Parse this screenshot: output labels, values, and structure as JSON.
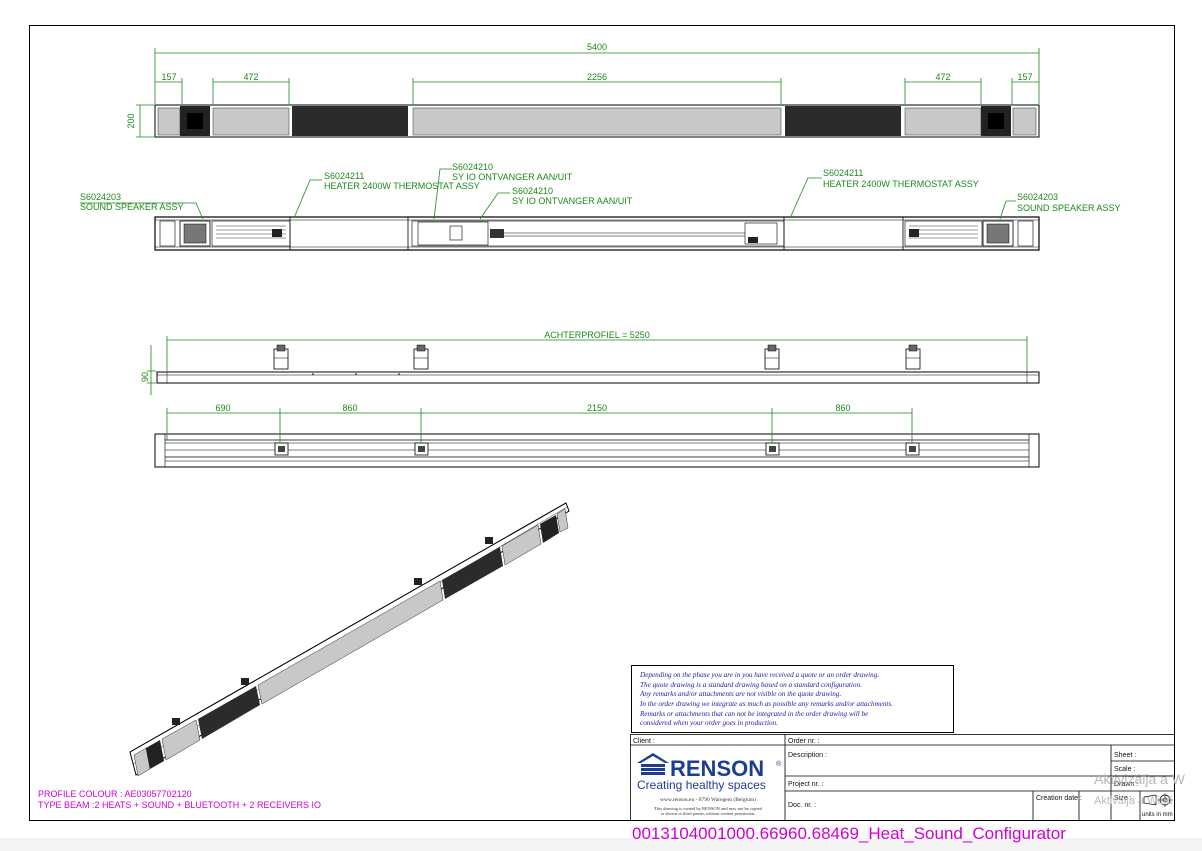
{
  "dimensions": {
    "total": "5400",
    "seg1": "157",
    "seg2": "472",
    "seg3": "2256",
    "seg4": "472",
    "seg5": "157",
    "height1": "200",
    "back_profile": "ACHTERPROFIEL = 5250",
    "height2": "90",
    "bracket1": "690",
    "bracket2": "860",
    "bracket3": "2150",
    "bracket4": "860"
  },
  "labels": {
    "speaker_left_code": "S6024203",
    "speaker_left_name": "SOUND SPEAKER ASSY",
    "heater_left_code": "S6024211",
    "heater_left_name": "HEATER 2400W THERMOSTAT ASSY",
    "receiver1_code": "S6024210",
    "receiver1_name": "SY IO ONTVANGER AAN/UIT",
    "receiver2_code": "S6024210",
    "receiver2_name": "SY IO ONTVANGER AAN/UIT",
    "heater_right_code": "S6024211",
    "heater_right_name": "HEATER 2400W THERMOSTAT ASSY",
    "speaker_right_code": "S6024203",
    "speaker_right_name": "SOUND SPEAKER ASSY"
  },
  "profile": {
    "colour": "PROFILE COLOUR : AE03057702120",
    "type_beam": "TYPE BEAM :2 HEATS + SOUND + BLUETOOTH + 2 RECEIVERS IO"
  },
  "notes": [
    "Depending on the phase you are in you have received a quote or an order drawing.",
    "The quote drawing is a standard drawing based on a standard configuration.",
    "Any remarks and/or attachments are not visible on the quote drawing.",
    "In the order drawing we integrate as much as possible any remarks and/or attachments.",
    "Remarks or attachments that can not be integrated in the order drawing will be",
    "considered when your order goes in production."
  ],
  "title_block": {
    "client": "Client :",
    "order_nr": "Order nr. :",
    "description": "Description :",
    "project_nr": "Project nr. :",
    "doc_nr": "Doc. nr. :",
    "creation_date": "Creation date :",
    "sheet": "Sheet :",
    "scale": "Scale :",
    "drawn": "Drawn :",
    "size": "Size :",
    "units": "units in mm",
    "company": "RENSON",
    "reg": "®",
    "tagline": "Creating healthy spaces",
    "website": "www.renson.eu  -  8790 Waregem (Belgium)",
    "disclaimer1": "This drawing is owned by RENSON and may not be copied",
    "disclaimer2": "or shown to third parties without written permission."
  },
  "filename": "0013104001000.66960.68469_Heat_Sound_Configurator",
  "watermark": {
    "line1": "Aktivizálja a W",
    "line2": "Aktiválja a Wind"
  },
  "colors": {
    "dimension": "#1a8a1a",
    "magenta": "#d000d0",
    "note_blue": "#1a1aaa",
    "renson_blue": "#1c3f94"
  }
}
